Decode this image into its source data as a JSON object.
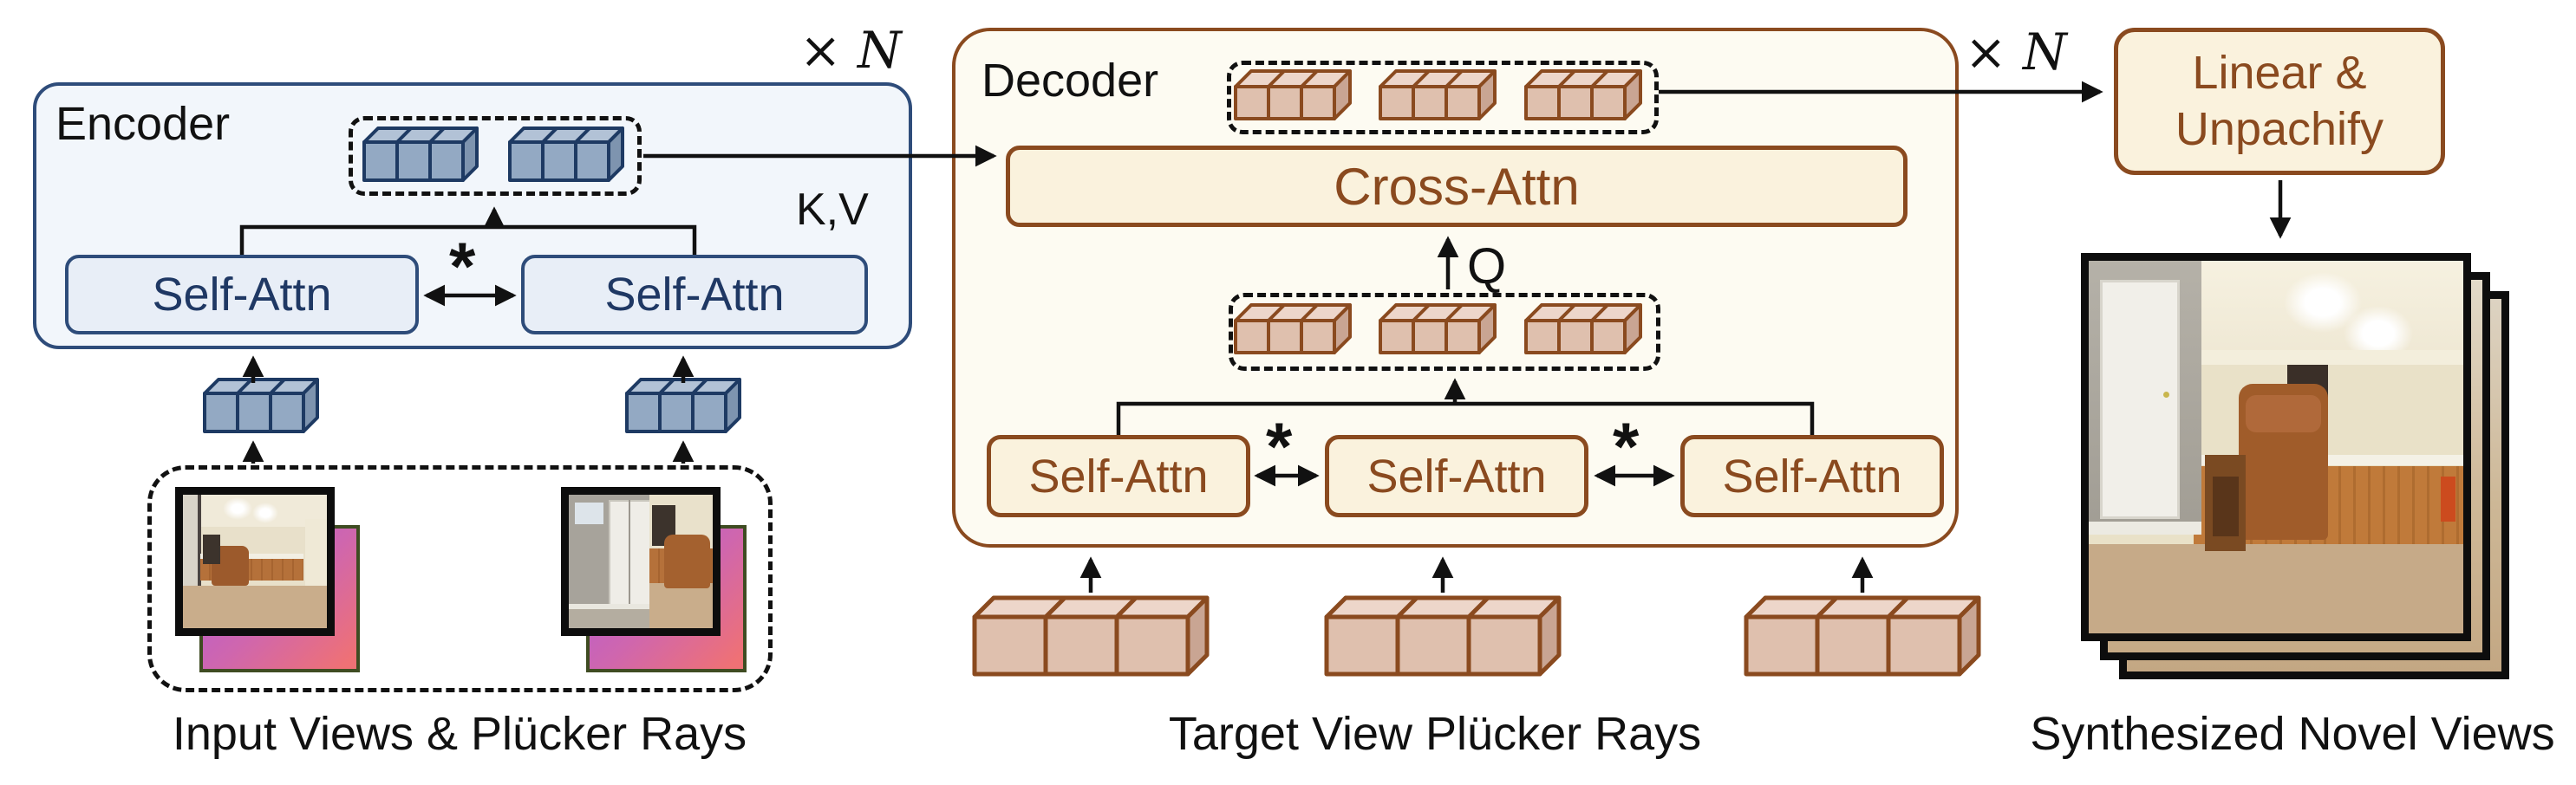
{
  "figure": {
    "encoder": {
      "title": "Encoder",
      "repeat_label": "× N",
      "kv_label": "K,V",
      "star": "*",
      "self_attn_boxes": [
        "Self-Attn",
        "Self-Attn"
      ]
    },
    "decoder": {
      "title": "Decoder",
      "repeat_label": "× N",
      "cross_attn_label": "Cross-Attn",
      "q_label": "Q",
      "stars": [
        "*",
        "*"
      ],
      "self_attn_boxes": [
        "Self-Attn",
        "Self-Attn",
        "Self-Attn"
      ]
    },
    "output_head": {
      "line1": "Linear &",
      "line2": "Unpachify"
    },
    "captions": {
      "inputs": "Input Views & Plücker Rays",
      "target": "Target View Plücker Rays",
      "outputs": "Synthesized Novel Views"
    }
  },
  "colors": {
    "navy_border": "#2e4c7a",
    "navy_text": "#1f3864",
    "encoder_fill": "#f2f6fb",
    "encoder_inner_fill": "#e8eef7",
    "blue_token_front": "#93a9c3",
    "blue_token_top": "#b2c2d6",
    "blue_token_side": "#7e94af",
    "blue_token_border": "#1e3a63",
    "brown_border": "#8a4a1f",
    "brown_text": "#8a4a1f",
    "decoder_fill": "#fdfbf2",
    "cream_box_fill": "#faf2dd",
    "tan_token_front": "#dfc0ae",
    "tan_token_top": "#edd6ca",
    "tan_token_side": "#c9a593",
    "gradient_purple": "#b35cd6",
    "gradient_pink": "#ef7175",
    "gradient_border": "#3f4c22"
  }
}
